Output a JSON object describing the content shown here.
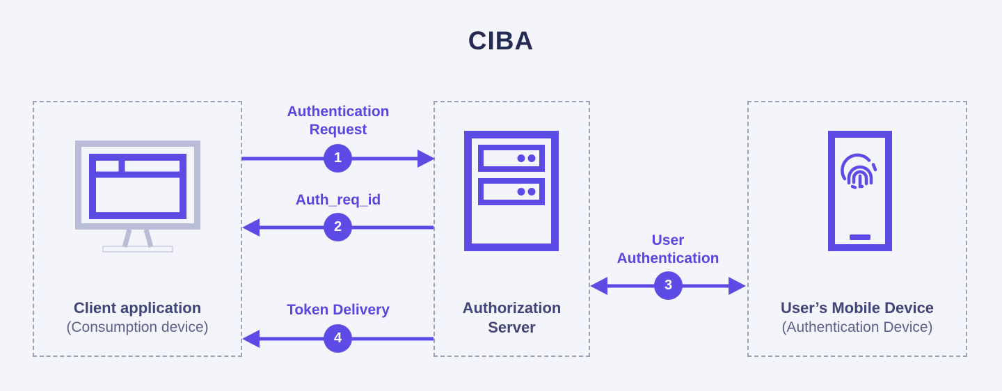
{
  "title": "CIBA",
  "colors": {
    "background": "#f4f4fb",
    "accent_purple": "#5c4be4",
    "arrow_label_purple": "#5a45de",
    "title_navy": "#242b53",
    "node_label": "#3f4677",
    "node_sublabel": "#5a6089",
    "dashed_border": "#9aa0b6",
    "device_gray": "#b9bdd8",
    "badge_text": "#ffffff"
  },
  "nodes": [
    {
      "id": "client",
      "label": "Client application",
      "sublabel": "(Consumption device)",
      "icon": "desktop-browser-icon"
    },
    {
      "id": "auth-server",
      "label": "Authorization Server",
      "sublabel": "",
      "icon": "server-icon"
    },
    {
      "id": "mobile",
      "label": "User’s Mobile Device",
      "sublabel": "(Authentication Device)",
      "icon": "mobile-fingerprint-icon"
    }
  ],
  "arrows": [
    {
      "step": "1",
      "label": "Authentication Request",
      "from": "client",
      "to": "auth-server",
      "direction": "right"
    },
    {
      "step": "2",
      "label": "Auth_req_id",
      "from": "auth-server",
      "to": "client",
      "direction": "left"
    },
    {
      "step": "3",
      "label": "User Authentication",
      "from": "auth-server",
      "to": "mobile",
      "direction": "both"
    },
    {
      "step": "4",
      "label": "Token Delivery",
      "from": "auth-server",
      "to": "client",
      "direction": "left"
    }
  ]
}
